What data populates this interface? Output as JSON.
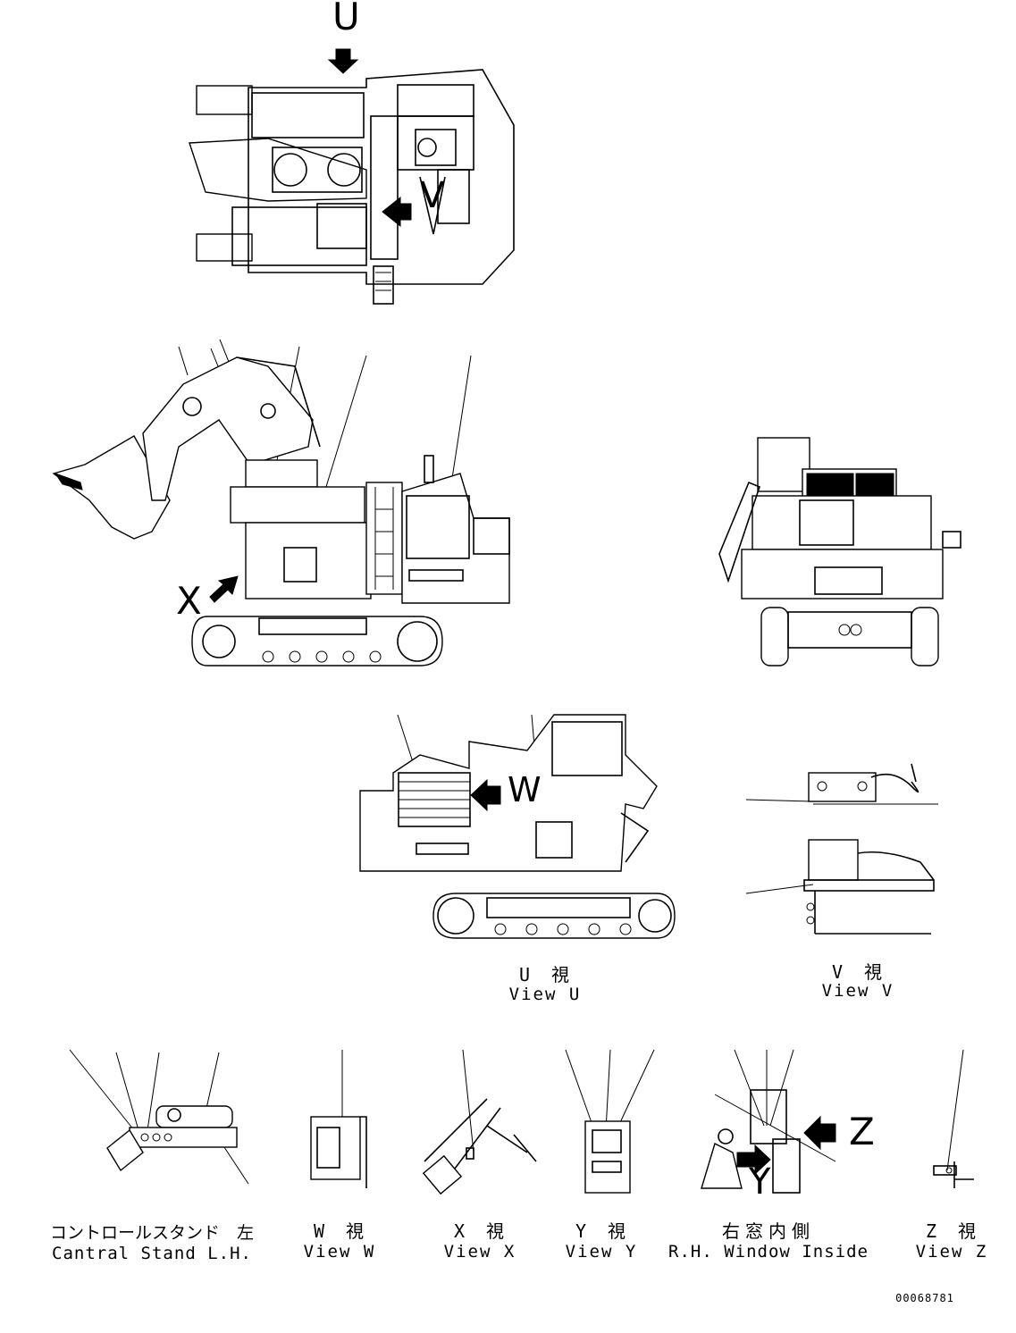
{
  "view_letters": {
    "u_top": "U",
    "v_top": "V",
    "x_side": "X",
    "w_side": "W",
    "z_window": "Z",
    "y_window": "Y"
  },
  "captions": {
    "view_u_jp": "U　視",
    "view_u_en": "View U",
    "view_v_jp": "V　視",
    "view_v_en": "View V",
    "control_jp": "コントロールスタンド　左",
    "control_en": "Cantral Stand L.H.",
    "view_w_jp": "W　視",
    "view_w_en": "View W",
    "view_x_jp": "X　視",
    "view_x_en": "View X",
    "view_y_jp": "Y　視",
    "view_y_en": "View Y",
    "window_jp": "右窓内側",
    "window_en": "R.H. Window Inside",
    "view_z_jp": "Z　視",
    "view_z_en": "View Z"
  },
  "drawing_number": "00068781"
}
